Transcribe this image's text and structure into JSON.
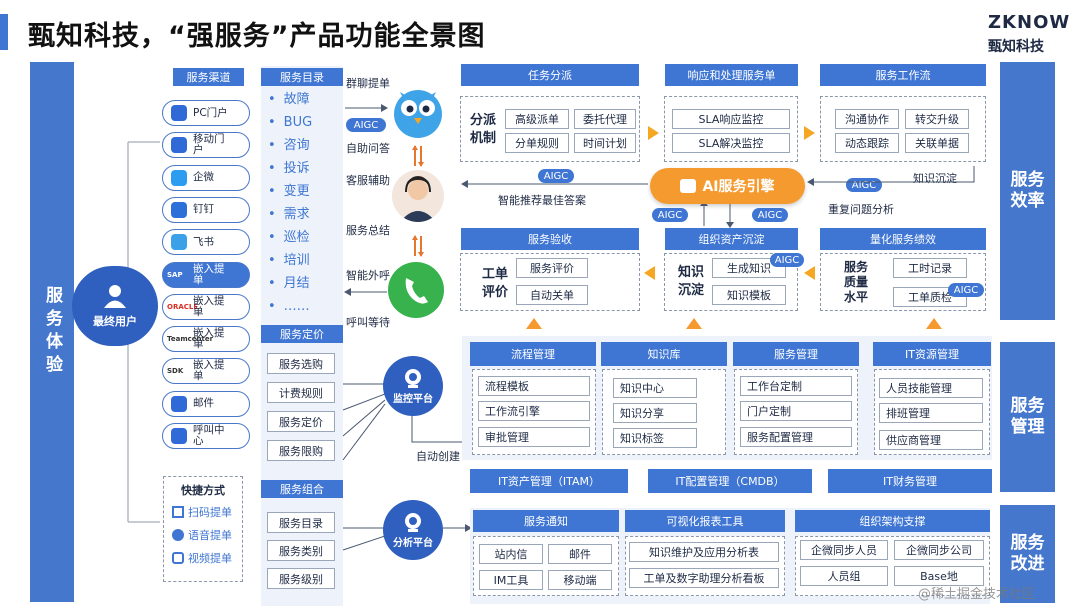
{
  "title": "甄知科技，“强服务”产品功能全景图",
  "brand": {
    "logo": "ZKNOW",
    "name": "甄知科技"
  },
  "side_labels": {
    "left": "服务体验",
    "efficiency": "服务效率",
    "management": "服务管理",
    "improvement": "服务改进"
  },
  "end_user": "最终用户",
  "channels": {
    "header": "服务渠道",
    "items": [
      "PC门户",
      "移动门户",
      "企微",
      "钉钉",
      "飞书",
      "嵌入提单",
      "嵌入提单",
      "嵌入提单",
      "嵌入提单",
      "邮件",
      "呼叫中心"
    ],
    "logos": [
      "",
      "",
      "",
      "",
      "",
      "SAP",
      "ORACLE",
      "Teamcenter",
      "SDK",
      "",
      ""
    ],
    "quick_header": "快捷方式",
    "quick_items": [
      "扫码提单",
      "语音提单",
      "视频提单"
    ]
  },
  "catalog": {
    "header": "服务目录",
    "items": [
      "故障",
      "BUG",
      "咨询",
      "投诉",
      "变更",
      "需求",
      "巡检",
      "培训",
      "月结",
      "……"
    ]
  },
  "pricing": {
    "header": "服务定价",
    "items": [
      "服务选购",
      "计费规则",
      "服务定价",
      "服务限购"
    ]
  },
  "combo": {
    "header": "服务组合",
    "items": [
      "服务目录",
      "服务类别",
      "服务级别"
    ]
  },
  "bot": {
    "group_chat": "群聊提单",
    "aigc": "AIGC",
    "auto_qa": "自助问答",
    "agent_assist": "客服辅助",
    "service_summary": "服务总结",
    "smart_outbound": "智能外呼",
    "call_wait": "呼叫等待"
  },
  "monitor": {
    "label": "监控平台",
    "auto_create": "自动创建"
  },
  "analysis": {
    "label": "分析平台"
  },
  "dispatch": {
    "header": "任务分派",
    "title": "分派机制",
    "items": [
      "高级派单",
      "委托代理",
      "分单规则",
      "时间计划"
    ]
  },
  "response": {
    "header": "响应和处理服务单",
    "items": [
      "SLA响应监控",
      "SLA解决监控"
    ]
  },
  "workflow": {
    "header": "服务工作流",
    "items": [
      "沟通协作",
      "转交升级",
      "动态跟踪",
      "关联单据"
    ],
    "knowledge": "知识沉淀",
    "repeat": "重复问题分析"
  },
  "engine": {
    "label": "AI服务引擎",
    "recommend": "智能推荐最佳答案"
  },
  "acceptance": {
    "header": "服务验收",
    "title": "工单评价",
    "items": [
      "服务评价",
      "自动关单"
    ]
  },
  "asset": {
    "header": "组织资产沉淀",
    "title": "知识沉淀",
    "items": [
      "生成知识",
      "知识模板"
    ]
  },
  "kpi": {
    "header": "量化服务绩效",
    "title": "服务质量水平",
    "items": [
      "工时记录",
      "工单质检"
    ]
  },
  "process": {
    "header": "流程管理",
    "items": [
      "流程模板",
      "工作流引擎",
      "审批管理"
    ]
  },
  "kb": {
    "header": "知识库",
    "items": [
      "知识中心",
      "知识分享",
      "知识标签"
    ]
  },
  "svcmgmt": {
    "header": "服务管理",
    "items": [
      "工作台定制",
      "门户定制",
      "服务配置管理"
    ]
  },
  "itres": {
    "header": "IT资源管理",
    "items": [
      "人员技能管理",
      "排班管理",
      "供应商管理"
    ]
  },
  "itam": "IT资产管理（ITAM）",
  "cmdb": "IT配置管理（CMDB）",
  "itfin": "IT财务管理",
  "notify": {
    "header": "服务通知",
    "items": [
      "站内信",
      "邮件",
      "IM工具",
      "移动端"
    ]
  },
  "report": {
    "header": "可视化报表工具",
    "items": [
      "知识维护及应用分析表",
      "工单及数字助理分析看板"
    ]
  },
  "org": {
    "header": "组织架构支撑",
    "items": [
      "企微同步人员",
      "企微同步公司",
      "人员组",
      "Base地"
    ]
  },
  "watermark": "@稀土掘金技术社区",
  "colors": {
    "primary": "#3f76d3",
    "accent": "#f59a2e",
    "engine": "#f59a2e"
  }
}
